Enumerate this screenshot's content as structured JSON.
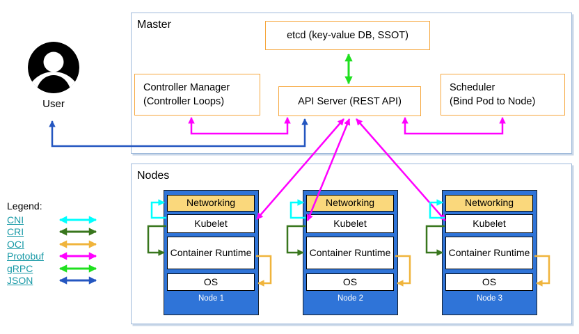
{
  "master": {
    "title": "Master",
    "etcd_label": "etcd (key-value DB, SSOT)",
    "api_server_label": "API Server (REST API)",
    "controller_manager": {
      "line1": "Controller Manager",
      "line2": "(Controller Loops)"
    },
    "scheduler": {
      "line1": "Scheduler",
      "line2": "(Bind Pod to Node)"
    }
  },
  "nodes_panel": {
    "title": "Nodes"
  },
  "node_layers": {
    "networking": "Networking",
    "kubelet": "Kubelet",
    "runtime": "Container Runtime",
    "os": "OS"
  },
  "nodes": [
    {
      "label": "Node 1"
    },
    {
      "label": "Node 2"
    },
    {
      "label": "Node 3"
    }
  ],
  "user": {
    "label": "User"
  },
  "legend": {
    "title": "Legend:",
    "items": [
      {
        "label": "CNI"
      },
      {
        "label": "CRI"
      },
      {
        "label": "OCI"
      },
      {
        "label": "Protobuf"
      },
      {
        "label": "gRPC"
      },
      {
        "label": "JSON"
      }
    ]
  },
  "colors": {
    "panel_border": "#9DB8DA",
    "box_border": "#F6A63B",
    "node_fill": "#2F74D8",
    "node_border": "#17202A",
    "networking_fill": "#FAD87C",
    "cni": "#00FFFF",
    "cri": "#38761D",
    "oci": "#F0B43C",
    "protobuf": "#FF00FF",
    "grpc": "#1FE01F",
    "json": "#2456C0",
    "legend_link": "#1799A6"
  }
}
